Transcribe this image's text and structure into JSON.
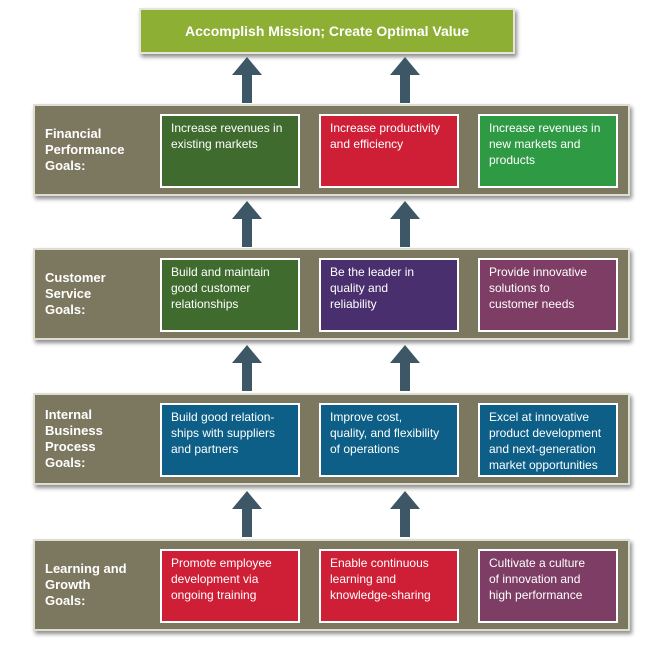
{
  "mission": {
    "label": "Accomplish Mission; Create Optimal Value",
    "color": "#8db034"
  },
  "bands": [
    {
      "label": "Financial\nPerformance\nGoals:",
      "goals": [
        {
          "text": "Increase revenues in\nexisting markets",
          "color": "#3f6b2e"
        },
        {
          "text": "Increase productivity\nand efficiency",
          "color": "#cf1f37"
        },
        {
          "text": "Increase revenues in\nnew markets and\nproducts",
          "color": "#2e9a44"
        }
      ]
    },
    {
      "label": "Customer\nService\nGoals:",
      "goals": [
        {
          "text": "Build and maintain\ngood customer\nrelationships",
          "color": "#3f6b2e"
        },
        {
          "text": "Be the leader in\nquality and\nreliability",
          "color": "#4a2f6e"
        },
        {
          "text": "Provide innovative\nsolutions to\ncustomer needs",
          "color": "#7e3d64"
        }
      ]
    },
    {
      "label": "Internal\nBusiness\nProcess\nGoals:",
      "goals": [
        {
          "text": "Build good relation-\nships with suppliers\nand partners",
          "color": "#0d5f87"
        },
        {
          "text": "Improve cost,\nquality, and flexibility\nof operations",
          "color": "#0d5f87"
        },
        {
          "text": "Excel at innovative\nproduct development\nand next-generation\nmarket opportunities",
          "color": "#0d5f87"
        }
      ]
    },
    {
      "label": "Learning and\nGrowth\nGoals:",
      "goals": [
        {
          "text": "Promote employee\ndevelopment via\nongoing training",
          "color": "#cf1f37"
        },
        {
          "text": "Enable continuous\nlearning and\nknowledge-sharing",
          "color": "#cf1f37"
        },
        {
          "text": "Cultivate a culture\nof innovation and\nhigh performance",
          "color": "#7e3d64"
        }
      ]
    }
  ],
  "arrow_color": "#3d5766"
}
